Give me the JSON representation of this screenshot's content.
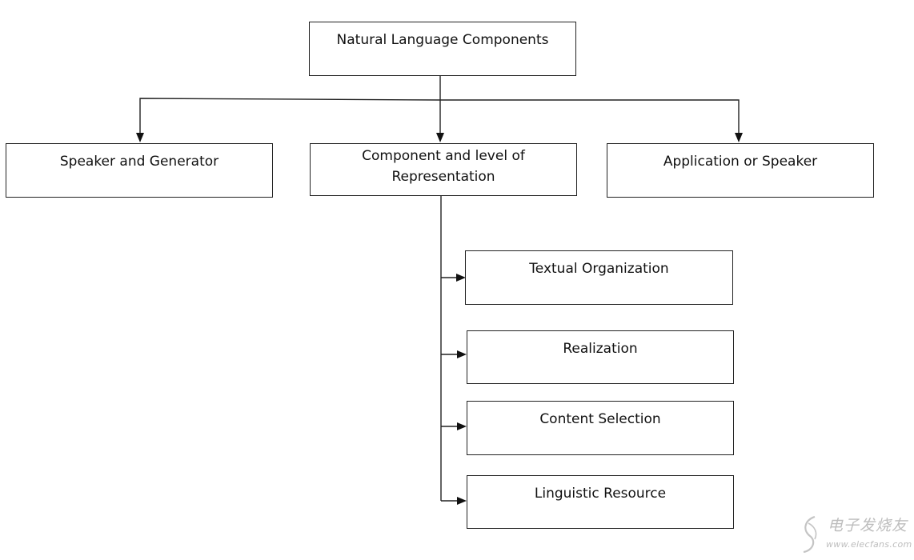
{
  "nodes": {
    "root": "Natural Language Components",
    "speaker_generator": "Speaker and Generator",
    "component_level_line1": "Component and level of",
    "component_level_line2": "Representation",
    "application_speaker": "Application or Speaker",
    "textual_organization": "Textual Organization",
    "realization": "Realization",
    "content_selection": "Content Selection",
    "linguistic_resource": "Linguistic Resource"
  },
  "watermark": {
    "brand": "电子发烧友",
    "url": "www.elecfans.com"
  }
}
